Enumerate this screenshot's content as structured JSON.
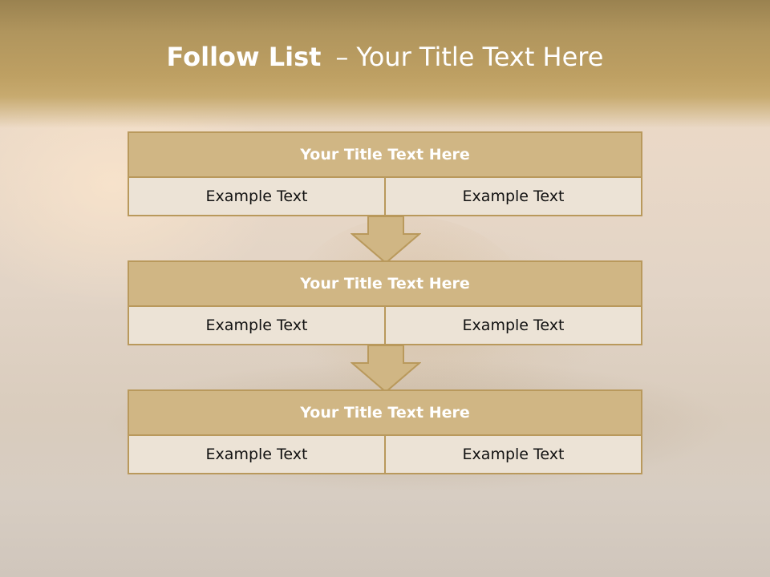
{
  "title": {
    "bold": "Follow List",
    "separator": "–",
    "rest": "Your Title Text Here"
  },
  "blocks": [
    {
      "title": "Your Title Text Here",
      "left": "Example Text",
      "right": "Example Text"
    },
    {
      "title": "Your Title Text Here",
      "left": "Example Text",
      "right": "Example Text"
    },
    {
      "title": "Your Title Text Here",
      "left": "Example Text",
      "right": "Example Text"
    }
  ],
  "colors": {
    "header_band": "#b0955d",
    "block_title_fill": "#d0b684",
    "block_cell_fill": "#ece3d6",
    "border": "#b9995c",
    "arrow_fill": "#d0b684"
  },
  "icons": [
    "down-arrow-icon",
    "down-arrow-icon"
  ]
}
